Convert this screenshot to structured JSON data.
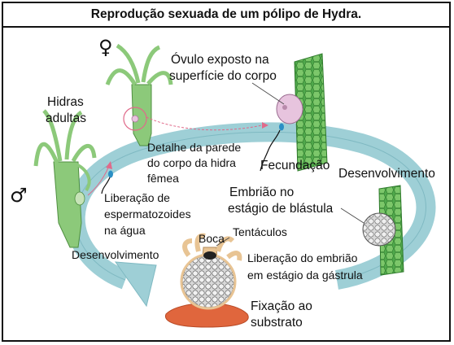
{
  "title": "Reprodução sexuada de um pólipo de Hydra.",
  "symbols": {
    "female": "♀",
    "male": "♂"
  },
  "labels": {
    "ovulo_line1": "Óvulo exposto na",
    "ovulo_line2": "superfície do corpo",
    "hidras_line1": "Hidras",
    "hidras_line2": "adultas",
    "detalhe_line1": "Detalhe da parede",
    "detalhe_line2": "do corpo da hidra",
    "detalhe_line3": "fêmea",
    "fecundacao": "Fecundação",
    "desenvolvimento_right": "Desenvolvimento",
    "liberacao_esp_line1": "Liberação de",
    "liberacao_esp_line2": "espermatozoides",
    "liberacao_esp_line3": "na água",
    "embriao_line1": "Embrião no",
    "embriao_line2": "estágio de blástula",
    "boca": "Boca",
    "tentaculos": "Tentáculos",
    "desenvolvimento_left": "Desenvolvimento",
    "liberacao_emb_line1": "Liberação do embrião",
    "liberacao_emb_line2": "em estágio da gástrula",
    "fixacao_line1": "Fixação ao",
    "fixacao_line2": "substrato"
  },
  "colors": {
    "cycle_arrow": "#9ecfd6",
    "hydra_green": "#8cc97a",
    "tissue_green": "#5fb35a",
    "ovum_pink": "#e7c4de",
    "embryo_gray": "#cfcfcf",
    "polyp_tan": "#e8c494",
    "substrate": "#e0663d",
    "pointer_pink": "#e06a8a"
  }
}
